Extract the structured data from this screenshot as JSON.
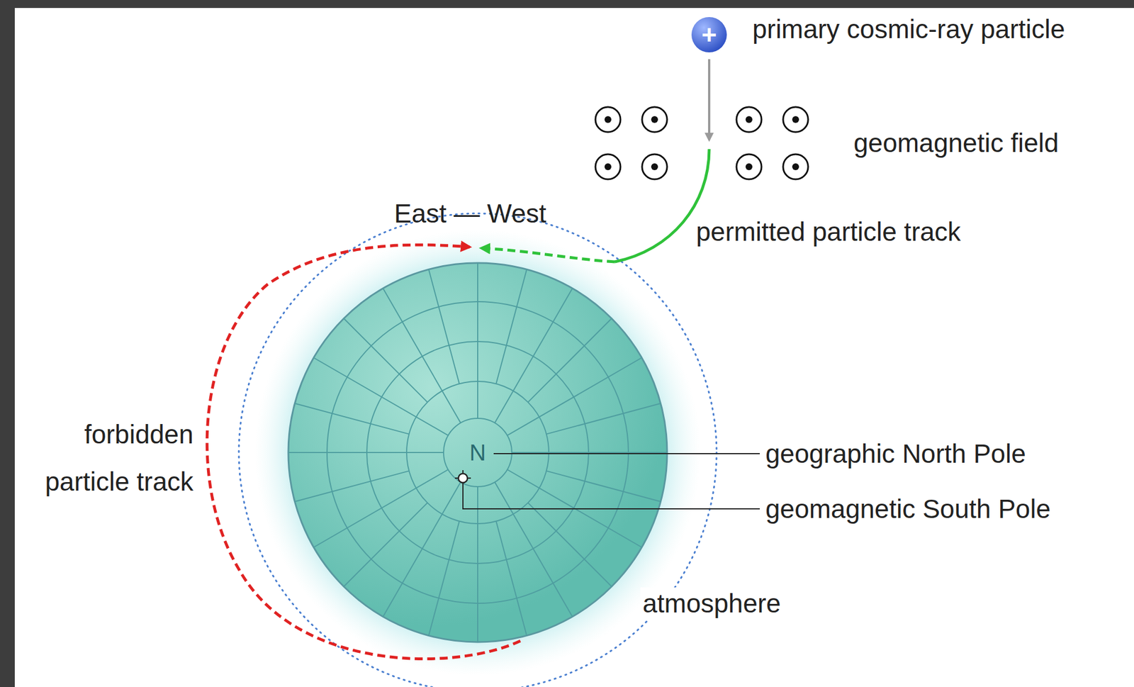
{
  "diagram": {
    "nodes": [
      {
        "text": [
          "+"
        ]
      }
    ],
    "labels": [
      "primary cosmic-ray particle",
      "geomagnetic field",
      "East — West",
      "permitted particle track",
      "forbidden particle track",
      "N",
      "geographic North Pole",
      "geomagnetic South Pole",
      "atmosphere"
    ]
  }
}
